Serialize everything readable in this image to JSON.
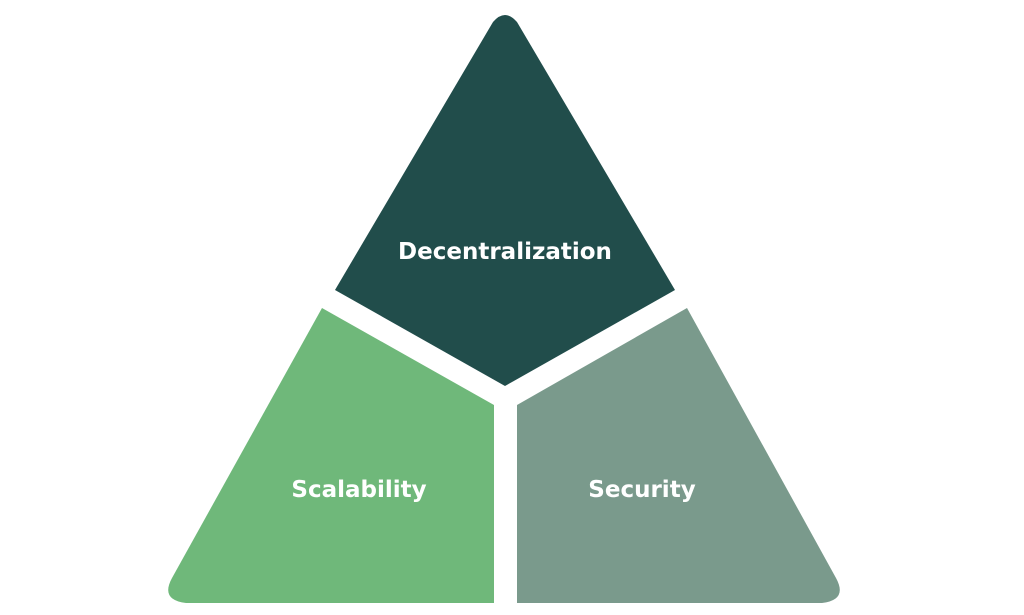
{
  "diagram": {
    "segments": [
      {
        "id": "decentralization",
        "label": "Decentralization",
        "color": "#214d4b"
      },
      {
        "id": "scalability",
        "label": "Scalability",
        "color": "#6fb87a"
      },
      {
        "id": "security",
        "label": "Security",
        "color": "#7a9a8c"
      }
    ]
  }
}
